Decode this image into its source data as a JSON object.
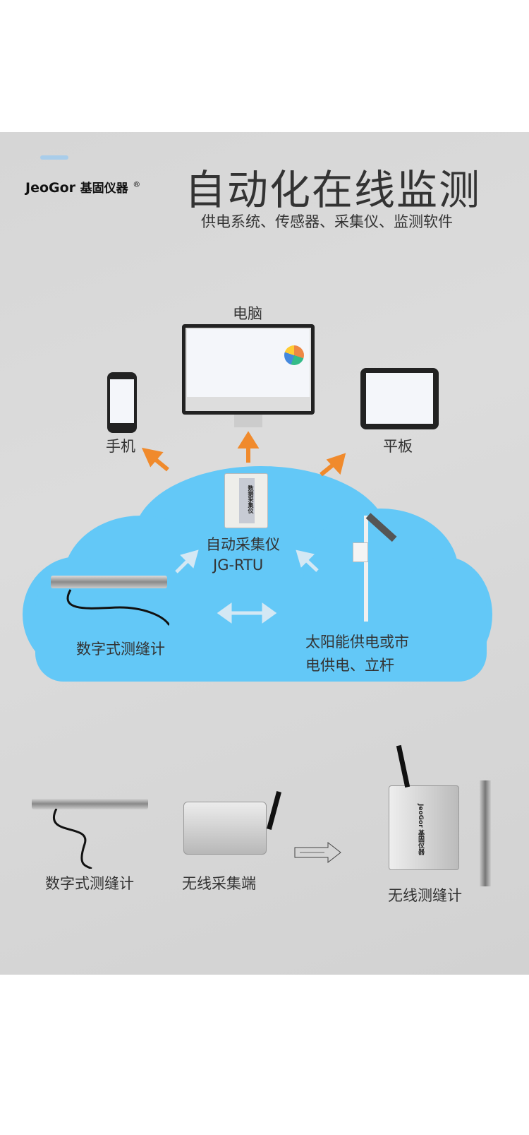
{
  "brand": {
    "name": "JeoGor",
    "cn": "基固仪器",
    "reg": "®"
  },
  "header": {
    "title": "自动化在线监测",
    "subtitle": "供电系统、传感器、采集仪、监测软件"
  },
  "diagram": {
    "computer": "电脑",
    "phone": "手机",
    "tablet": "平板",
    "rtu_name": "自动采集仪",
    "rtu_model": "JG-RTU",
    "rtu_box_text": "数据采集仪",
    "sensor": "数字式测缝计",
    "power_line1": "太阳能供电或市",
    "power_line2": "电供电、立杆"
  },
  "bottom": {
    "sensor": "数字式测缝计",
    "wireless_end": "无线采集端",
    "wireless_meter": "无线测缝计",
    "box_brand": "JeoGor 基固仪器"
  },
  "colors": {
    "cloud": "#63c8f7",
    "arrow_orange": "#f08a2c",
    "panel": "#d8d8d8"
  }
}
